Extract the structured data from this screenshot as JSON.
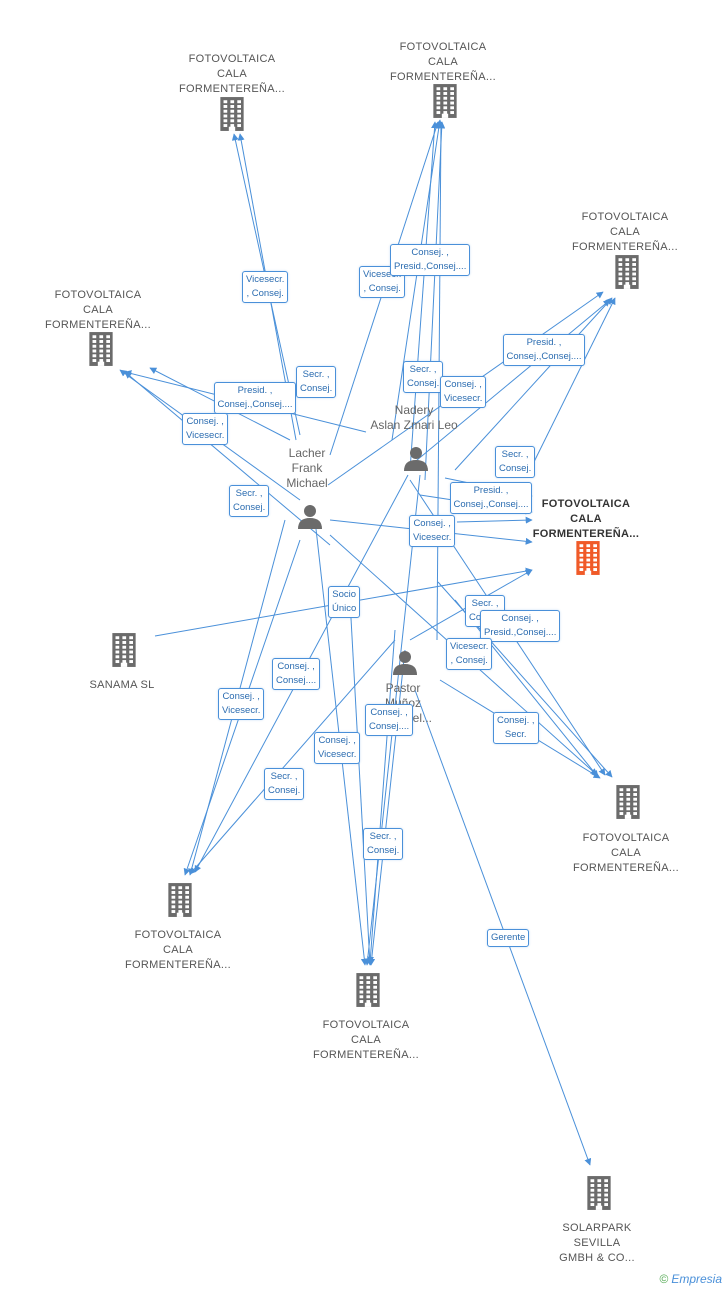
{
  "nodes": {
    "c_top_left": {
      "lines": [
        "FOTOVOLTAICA",
        "CALA",
        "FORMENTEREÑA..."
      ]
    },
    "c_top_mid": {
      "lines": [
        "FOTOVOLTAICA",
        "CALA",
        "FORMENTEREÑA..."
      ]
    },
    "c_right_top": {
      "lines": [
        "FOTOVOLTAICA",
        "CALA",
        "FORMENTEREÑA..."
      ]
    },
    "c_left": {
      "lines": [
        "FOTOVOLTAICA",
        "CALA",
        "FORMENTEREÑA..."
      ]
    },
    "c_focus": {
      "lines": [
        "FOTOVOLTAICA",
        "CALA",
        "FORMENTEREÑA..."
      ]
    },
    "sanama": {
      "lines": [
        "SANAMA SL"
      ]
    },
    "c_right_bot": {
      "lines": [
        "FOTOVOLTAICA",
        "CALA",
        "FORMENTEREÑA..."
      ]
    },
    "c_bot_left": {
      "lines": [
        "FOTOVOLTAICA",
        "CALA",
        "FORMENTEREÑA..."
      ]
    },
    "c_bot_mid": {
      "lines": [
        "FOTOVOLTAICA",
        "CALA",
        "FORMENTEREÑA..."
      ]
    },
    "solarpark": {
      "lines": [
        "SOLARPARK",
        "SEVILLA",
        "GMBH & CO..."
      ]
    },
    "p_nadery": {
      "lines": [
        "Nadery",
        "Aslan Zmari Leo"
      ]
    },
    "p_lacher": {
      "lines": [
        "Lacher",
        "Frank",
        "Michael"
      ]
    },
    "p_pastor": {
      "lines": [
        "Pastor",
        "Muñoz",
        "Lucia del..."
      ]
    }
  },
  "edge_labels": [
    {
      "id": "e1",
      "lines": [
        "Vicesecr.",
        ", Consej."
      ]
    },
    {
      "id": "e2",
      "lines": [
        "Vicesecr.",
        ", Consej."
      ]
    },
    {
      "id": "e3",
      "lines": [
        "Consej. ,",
        "Presid.,Consej...."
      ]
    },
    {
      "id": "e4",
      "lines": [
        "Presid. ,",
        "Consej.,Consej...."
      ]
    },
    {
      "id": "e5",
      "lines": [
        "Secr. ,",
        "Consej."
      ]
    },
    {
      "id": "e6",
      "lines": [
        "Presid. ,",
        "Consej.,Consej...."
      ]
    },
    {
      "id": "e7",
      "lines": [
        "Secr. ,",
        "Consej."
      ]
    },
    {
      "id": "e8",
      "lines": [
        "Consej. ,",
        "Vicesecr."
      ]
    },
    {
      "id": "e9",
      "lines": [
        "Consej. ,",
        "Vicesecr."
      ]
    },
    {
      "id": "e10",
      "lines": [
        "Secr. ,",
        "Consej."
      ]
    },
    {
      "id": "e11",
      "lines": [
        "Secr. ,",
        "Consej."
      ]
    },
    {
      "id": "e12",
      "lines": [
        "Presid. ,",
        "Consej.,Consej...."
      ]
    },
    {
      "id": "e13",
      "lines": [
        "Consej. ,",
        "Vicesecr."
      ]
    },
    {
      "id": "e14",
      "lines": [
        "Socio",
        "Único"
      ]
    },
    {
      "id": "e15",
      "lines": [
        "Secr. ,",
        "Consej."
      ]
    },
    {
      "id": "e16",
      "lines": [
        "Consej. ,",
        "Presid.,Consej...."
      ]
    },
    {
      "id": "e17",
      "lines": [
        "Vicesecr.",
        ", Consej."
      ]
    },
    {
      "id": "e18",
      "lines": [
        "Consej. ,",
        "Consej...."
      ]
    },
    {
      "id": "e19",
      "lines": [
        "Consej. ,",
        "Vicesecr."
      ]
    },
    {
      "id": "e20",
      "lines": [
        "Consej. ,",
        "Consej...."
      ]
    },
    {
      "id": "e21",
      "lines": [
        "Consej. ,",
        "Secr."
      ]
    },
    {
      "id": "e22",
      "lines": [
        "Consej. ,",
        "Vicesecr."
      ]
    },
    {
      "id": "e23",
      "lines": [
        "Secr. ,",
        "Consej."
      ]
    },
    {
      "id": "e24",
      "lines": [
        "Secr. ,",
        "Consej."
      ]
    },
    {
      "id": "e25",
      "lines": [
        "Gerente"
      ]
    },
    {
      "id": "e26",
      "lines": [
        "Consej. ,",
        "Consej...."
      ]
    }
  ],
  "watermark": {
    "symbol": "©",
    "brand": "Empresia"
  },
  "colors": {
    "edge": "#4a90d9",
    "company_icon": "#6b6b6b",
    "focus_icon": "#f05a28",
    "person_icon": "#6b6b6b"
  },
  "icons": {
    "company": "building-icon",
    "person": "person-icon"
  }
}
